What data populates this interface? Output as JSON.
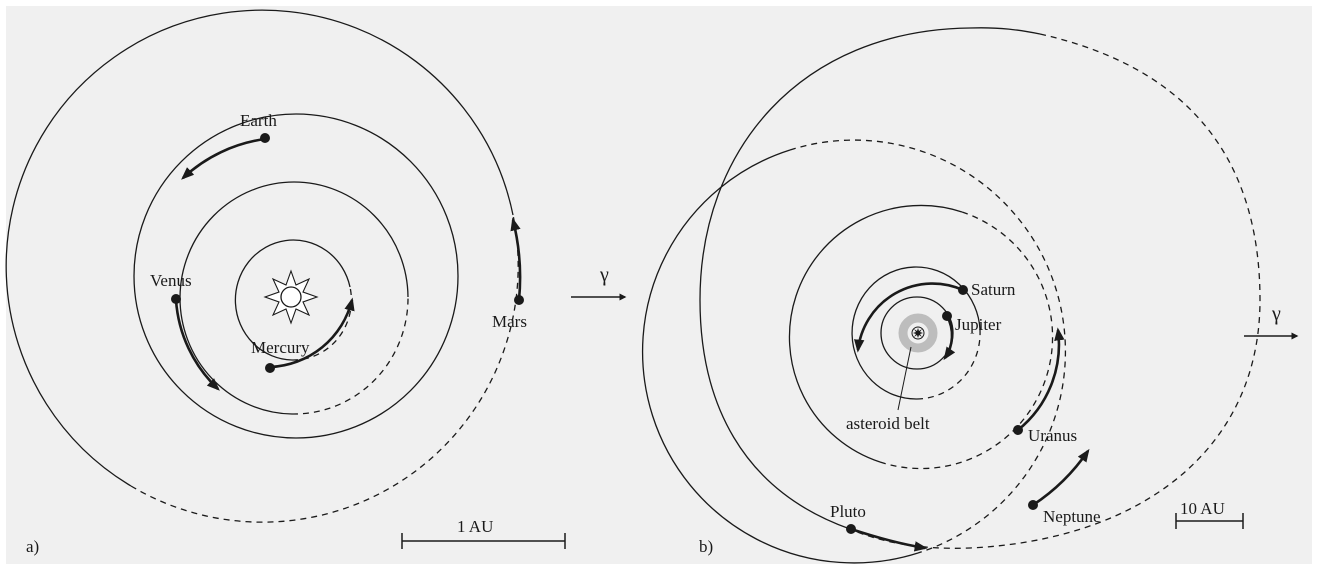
{
  "panel_a": {
    "tag": "a)",
    "planets": {
      "mercury": "Mercury",
      "venus": "Venus",
      "earth": "Earth",
      "mars": "Mars"
    },
    "equinox_symbol": "γ",
    "scale_label": "1 AU"
  },
  "panel_b": {
    "tag": "b)",
    "planets": {
      "jupiter": "Jupiter",
      "saturn": "Saturn",
      "uranus": "Uranus",
      "neptune": "Neptune",
      "pluto": "Pluto"
    },
    "asteroid_label": "asteroid belt",
    "equinox_symbol": "γ",
    "scale_label": "10 AU"
  },
  "colors": {
    "background": "#f0f0f0",
    "ink": "#1a1a1a",
    "asteroid_belt": "#bdbdbd"
  }
}
